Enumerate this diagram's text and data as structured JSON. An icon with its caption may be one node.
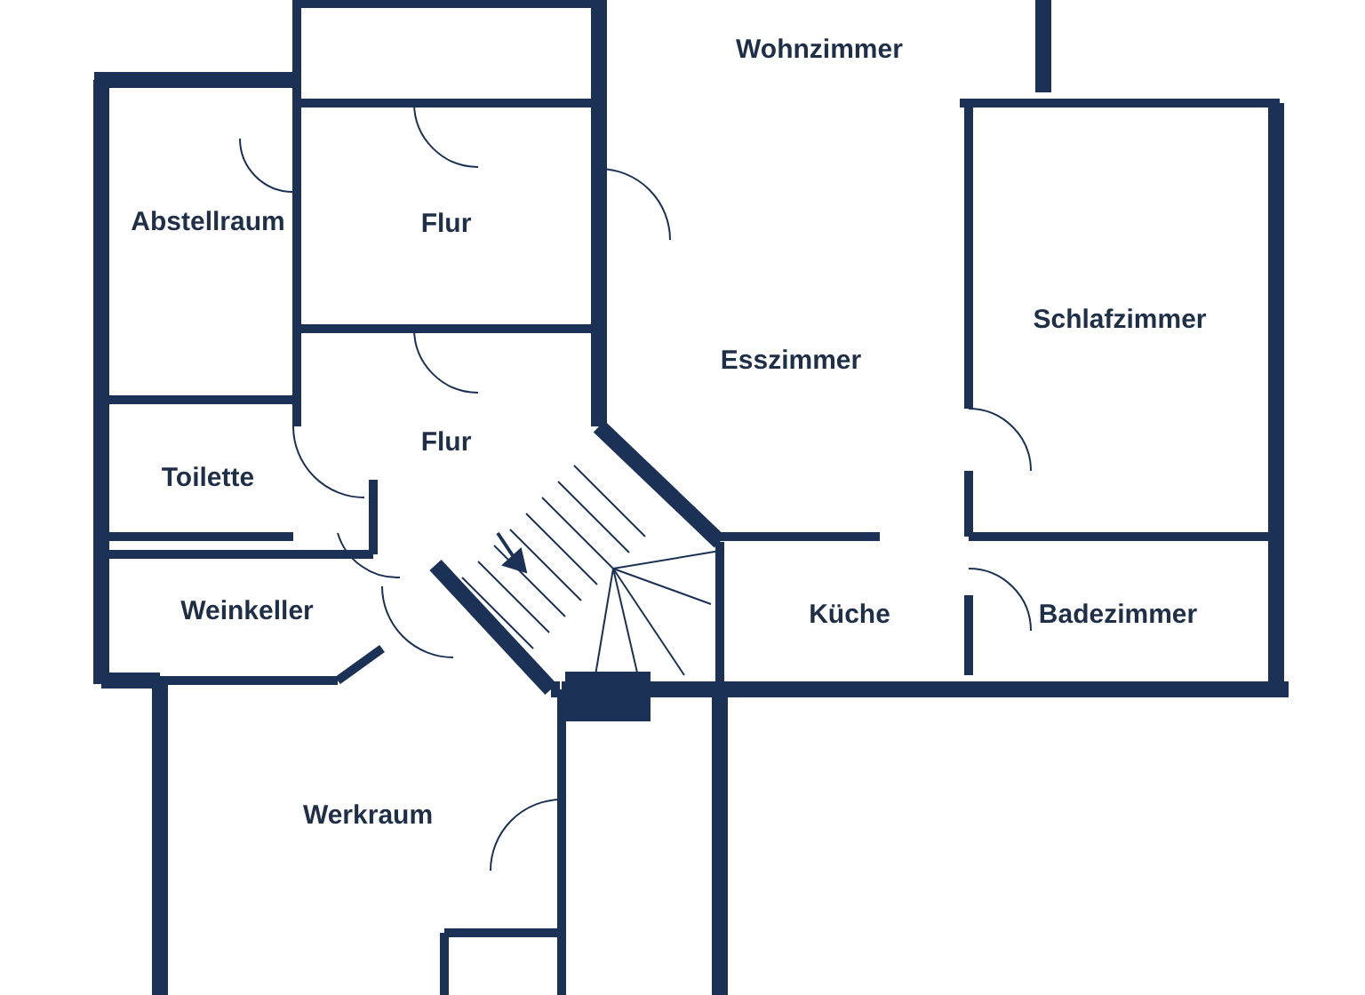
{
  "diagram": {
    "labels": [
      "Wohnzimmer",
      "Abstellraum",
      "Flur",
      "Schlafzimmer",
      "Esszimmer",
      "Flur",
      "Toilette",
      "Weinkeller",
      "Küche",
      "Badezimmer",
      "Werkraum"
    ]
  }
}
